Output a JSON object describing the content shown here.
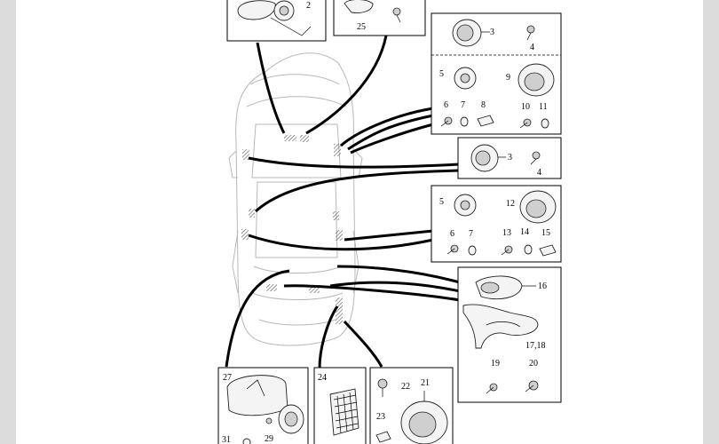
{
  "callouts": {
    "c2": "2",
    "c25": "25",
    "boxA": {
      "c3": "3",
      "c4": "4",
      "c5": "5",
      "c9": "9",
      "c6": "6",
      "c7": "7",
      "c8": "8",
      "c10": "10",
      "c11": "11"
    },
    "boxB": {
      "c3": "3",
      "c4": "4"
    },
    "boxC": {
      "c5": "5",
      "c12": "12",
      "c6": "6",
      "c7": "7",
      "c13": "13",
      "c14": "14",
      "c15": "15"
    },
    "boxD": {
      "c16": "16",
      "c17_18": "17,18",
      "c19": "19",
      "c20": "20"
    },
    "boxE": {
      "c27": "27",
      "c31": "31",
      "c29": "29"
    },
    "boxF": {
      "c24": "24"
    },
    "boxG": {
      "c22": "22",
      "c21": "21",
      "c23": "23"
    }
  },
  "colors": {
    "background": "#dcdcdc",
    "page": "#ffffff",
    "ink": "#000000",
    "car_outline": "#b8b8b8"
  }
}
